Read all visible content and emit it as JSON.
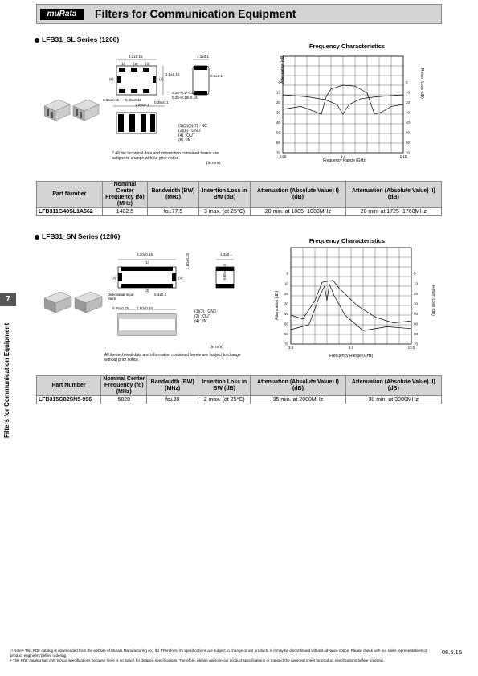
{
  "header": {
    "logo": "muRata",
    "title": "Filters for Communication Equipment"
  },
  "side": {
    "tab_number": "7",
    "vertical_label": "Filters for Communication Equipment"
  },
  "section1": {
    "title": "LFB31_SL Series (1206)",
    "dims": {
      "length": "3.2±0.15",
      "width": "1.1±0.1",
      "height": "1.6±0.15",
      "thick": "0.5±0.1",
      "pad1": "0.35±0.15",
      "pad2": "0.45±0.15",
      "pad3": "1.00±0.1",
      "pad4": "0.25±0.1",
      "pad5": "0.25+0.1/-0.15",
      "pad6": "0.25+0.15/-0.15",
      "t1": "(1)",
      "t2": "(2)",
      "t3": "(3)",
      "t4": "(4)",
      "t5": "(5)",
      "t6": "(6)",
      "t7": "(7)",
      "t8": "(8)"
    },
    "pins": [
      "(1)(3)(5)(7) : NC",
      "(2)(6) : GND",
      "(4) : OUT",
      "(8) : IN"
    ],
    "note": "* All the technical data and information contained herein are subject to change without prior notice.",
    "unit": "(in mm)",
    "chart": {
      "title": "Frequency Characteristics",
      "ylabel_left": "Attenuation (dB)",
      "ylabel_right": "Return Loss (dB)",
      "xlabel": "Frequency Range (GHz)",
      "x_ticks": [
        "0.65",
        "1.4",
        "2.15"
      ],
      "y_ticks": [
        "0",
        "10",
        "20",
        "30",
        "40",
        "50",
        "60",
        "70"
      ]
    }
  },
  "table1": {
    "headers": [
      "Part Number",
      "Nominal Center Frequency (fo) (MHz)",
      "Bandwidth (BW) (MHz)",
      "Insertion Loss in BW (dB)",
      "Attenuation (Absolute Value) I) (dB)",
      "Attenuation (Absolute Value) II) (dB)"
    ],
    "rows": [
      [
        "LFB311G40SL1A562",
        "1402.5",
        "fo±77.5",
        "3 max. (at 25°C)",
        "20 min. at 1005~1080MHz",
        "20 min. at 1725~1760MHz"
      ]
    ]
  },
  "section2": {
    "title": "LFB31_SN Series (1206)",
    "dims": {
      "length": "3.20±0.15",
      "width": "1.2±0.1",
      "height": "1.60±0.15",
      "side": "0.65±0.15",
      "pad": "0.3±0.2",
      "pad1": "0.65±0.15",
      "pad2": "1.90±0.15",
      "t1": "(1)",
      "t2": "(2)",
      "t3": "(3)",
      "t4": "(4)",
      "mark": "Directional Input Mark"
    },
    "pins": [
      "(1)(3) : GND",
      "(2) : OUT",
      "(4) : IN"
    ],
    "unit": "(in mm)",
    "note": "All the technical data and information contained herein are subject to change without prior notice.",
    "chart": {
      "title": "Frequency Characteristics",
      "ylabel_left": "Attenuation (dB)",
      "ylabel_right": "Return Loss (dB)",
      "xlabel": "Frequency Range (GHz)",
      "x_ticks": [
        "3.0",
        "8.0",
        "13.0"
      ],
      "y_ticks": [
        "0",
        "10",
        "20",
        "30",
        "40",
        "50",
        "60",
        "70"
      ]
    }
  },
  "table2": {
    "headers": [
      "Part Number",
      "Nominal Center Frequency (fo) (MHz)",
      "Bandwidth (BW) (MHz)",
      "Insertion Loss in BW (dB)",
      "Attenuation (Absolute Value) I) (dB)",
      "Attenuation (Absolute Value) II) (dB)"
    ],
    "rows": [
      [
        "LFB315G82SN5-996",
        "5820",
        "fo±30",
        "2 max. (at 25°C)",
        "35 min. at 2000MHz",
        "30 min. at 3000MHz"
      ]
    ]
  },
  "footer": {
    "note_label": "Note",
    "line1": "• This PDF catalog is downloaded from the website of Murata Manufacturing co., ltd. Therefore, it's specifications are subject to change or our products in it may be discontinued without advance notice. Please check with our sales representatives or product engineers before ordering.",
    "line2": "• This PDF catalog has only typical specifications because there is no space for detailed specifications. Therefore, please approve our product specifications or transact the approval sheet for product specifications before ordering.",
    "date": "06.5.15"
  }
}
